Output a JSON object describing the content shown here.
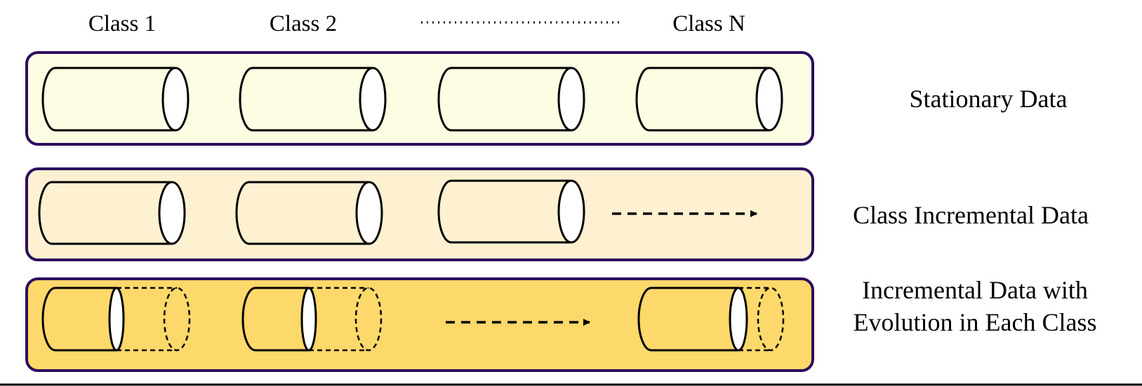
{
  "headers": {
    "class1": "Class 1",
    "class2": "Class 2",
    "classN": "Class N"
  },
  "rows": [
    {
      "label_lines": [
        "Stationary Data"
      ],
      "fill": "#fdfde3"
    },
    {
      "label_lines": [
        "Class Incremental Data"
      ],
      "fill": "#fdf1d1"
    },
    {
      "label_lines": [
        "Incremental Data with",
        "Evolution in Each Class"
      ],
      "fill": "#fdd86a"
    }
  ],
  "colors": {
    "frame_stroke": "#2d0b5e",
    "shape_stroke": "#000000",
    "shape_fill": "#ffffff"
  }
}
